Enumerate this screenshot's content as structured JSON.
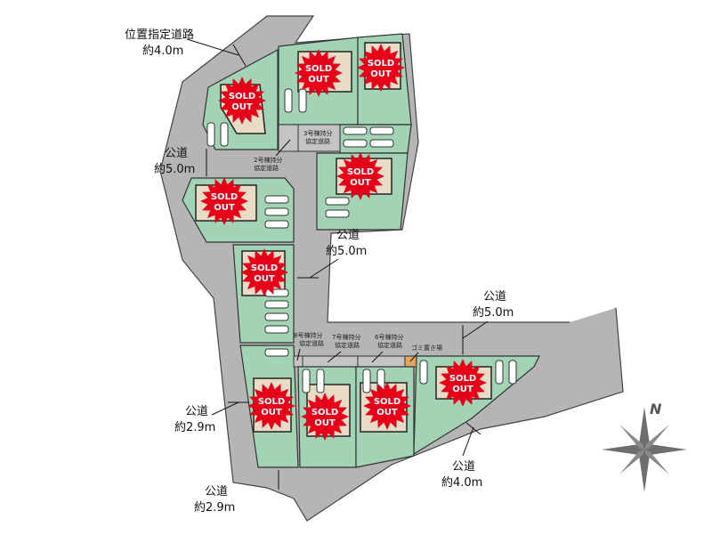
{
  "roads": {
    "designated": {
      "line1": "位置指定道路",
      "line2": "約4.0m"
    },
    "public_left_top": {
      "line1": "公道",
      "line2": "約5.0m"
    },
    "public_center": {
      "line1": "公道",
      "line2": "約5.0m"
    },
    "public_right": {
      "line1": "公道",
      "line2": "約5.0m"
    },
    "public_left_mid": {
      "line1": "公道",
      "line2": "約2.9m"
    },
    "public_bottom_left": {
      "line1": "公道",
      "line2": "約2.9m"
    },
    "public_bottom_right": {
      "line1": "公道",
      "line2": "約4.0m"
    }
  },
  "shared_roads": [
    {
      "line1": "2号棟持分",
      "line2": "協定道路"
    },
    {
      "line1": "3号棟持分",
      "line2": "協定道路"
    },
    {
      "line1": "8号棟持分",
      "line2": "協定道路"
    },
    {
      "line1": "7号棟持分",
      "line2": "協定道路"
    },
    {
      "line1": "6号棟持分",
      "line2": "協定道路"
    }
  ],
  "garbage": "ゴミ置き場",
  "soldout": {
    "line1": "SOLD",
    "line2": "OUT"
  },
  "compass": "N",
  "colors": {
    "lot": "#a3d3b5",
    "road": "#b5b5b5",
    "soldout": "#e60018",
    "house": "#e9dcc6"
  }
}
